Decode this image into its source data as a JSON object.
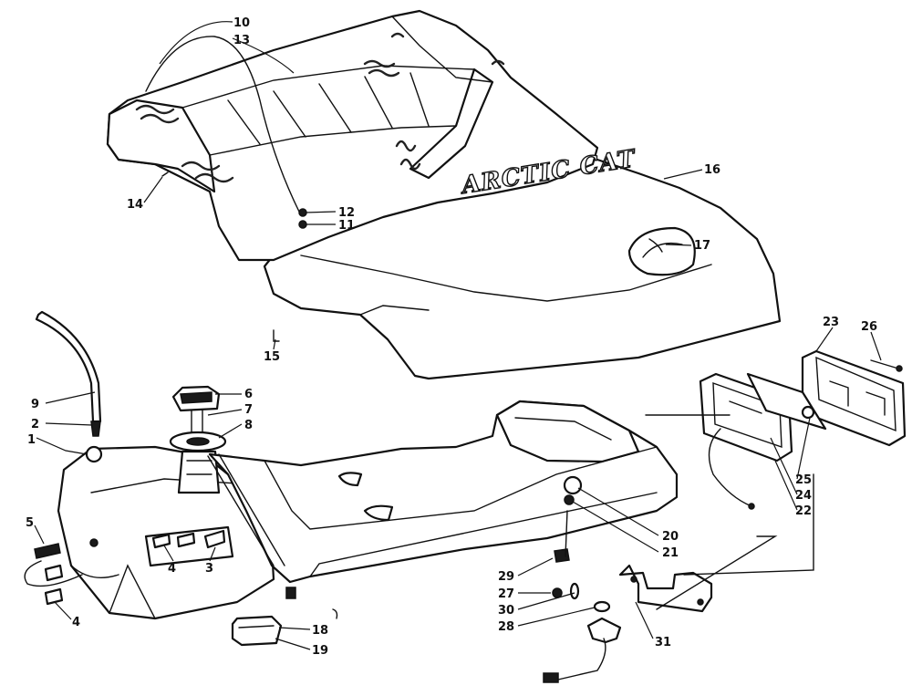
{
  "brand_text": "ARCTIC CAT",
  "callouts": [
    {
      "id": "c10",
      "label": "10"
    },
    {
      "id": "c13",
      "label": "13"
    },
    {
      "id": "c14",
      "label": "14"
    },
    {
      "id": "c12",
      "label": "12"
    },
    {
      "id": "c11",
      "label": "11"
    },
    {
      "id": "c16",
      "label": "16"
    },
    {
      "id": "c17",
      "label": "17"
    },
    {
      "id": "c15",
      "label": "15"
    },
    {
      "id": "c26",
      "label": "26"
    },
    {
      "id": "c23",
      "label": "23"
    },
    {
      "id": "c9",
      "label": "9"
    },
    {
      "id": "c2",
      "label": "2"
    },
    {
      "id": "c1",
      "label": "1"
    },
    {
      "id": "c6",
      "label": "6"
    },
    {
      "id": "c7",
      "label": "7"
    },
    {
      "id": "c8",
      "label": "8"
    },
    {
      "id": "c5",
      "label": "5"
    },
    {
      "id": "c4a",
      "label": "4"
    },
    {
      "id": "c3",
      "label": "3"
    },
    {
      "id": "c4b",
      "label": "4"
    },
    {
      "id": "c20",
      "label": "20"
    },
    {
      "id": "c21",
      "label": "21"
    },
    {
      "id": "c25",
      "label": "25"
    },
    {
      "id": "c24",
      "label": "24"
    },
    {
      "id": "c22",
      "label": "22"
    },
    {
      "id": "c29",
      "label": "29"
    },
    {
      "id": "c27",
      "label": "27"
    },
    {
      "id": "c30",
      "label": "30"
    },
    {
      "id": "c28",
      "label": "28"
    },
    {
      "id": "c31",
      "label": "31"
    },
    {
      "id": "c18",
      "label": "18"
    },
    {
      "id": "c19",
      "label": "19"
    }
  ]
}
